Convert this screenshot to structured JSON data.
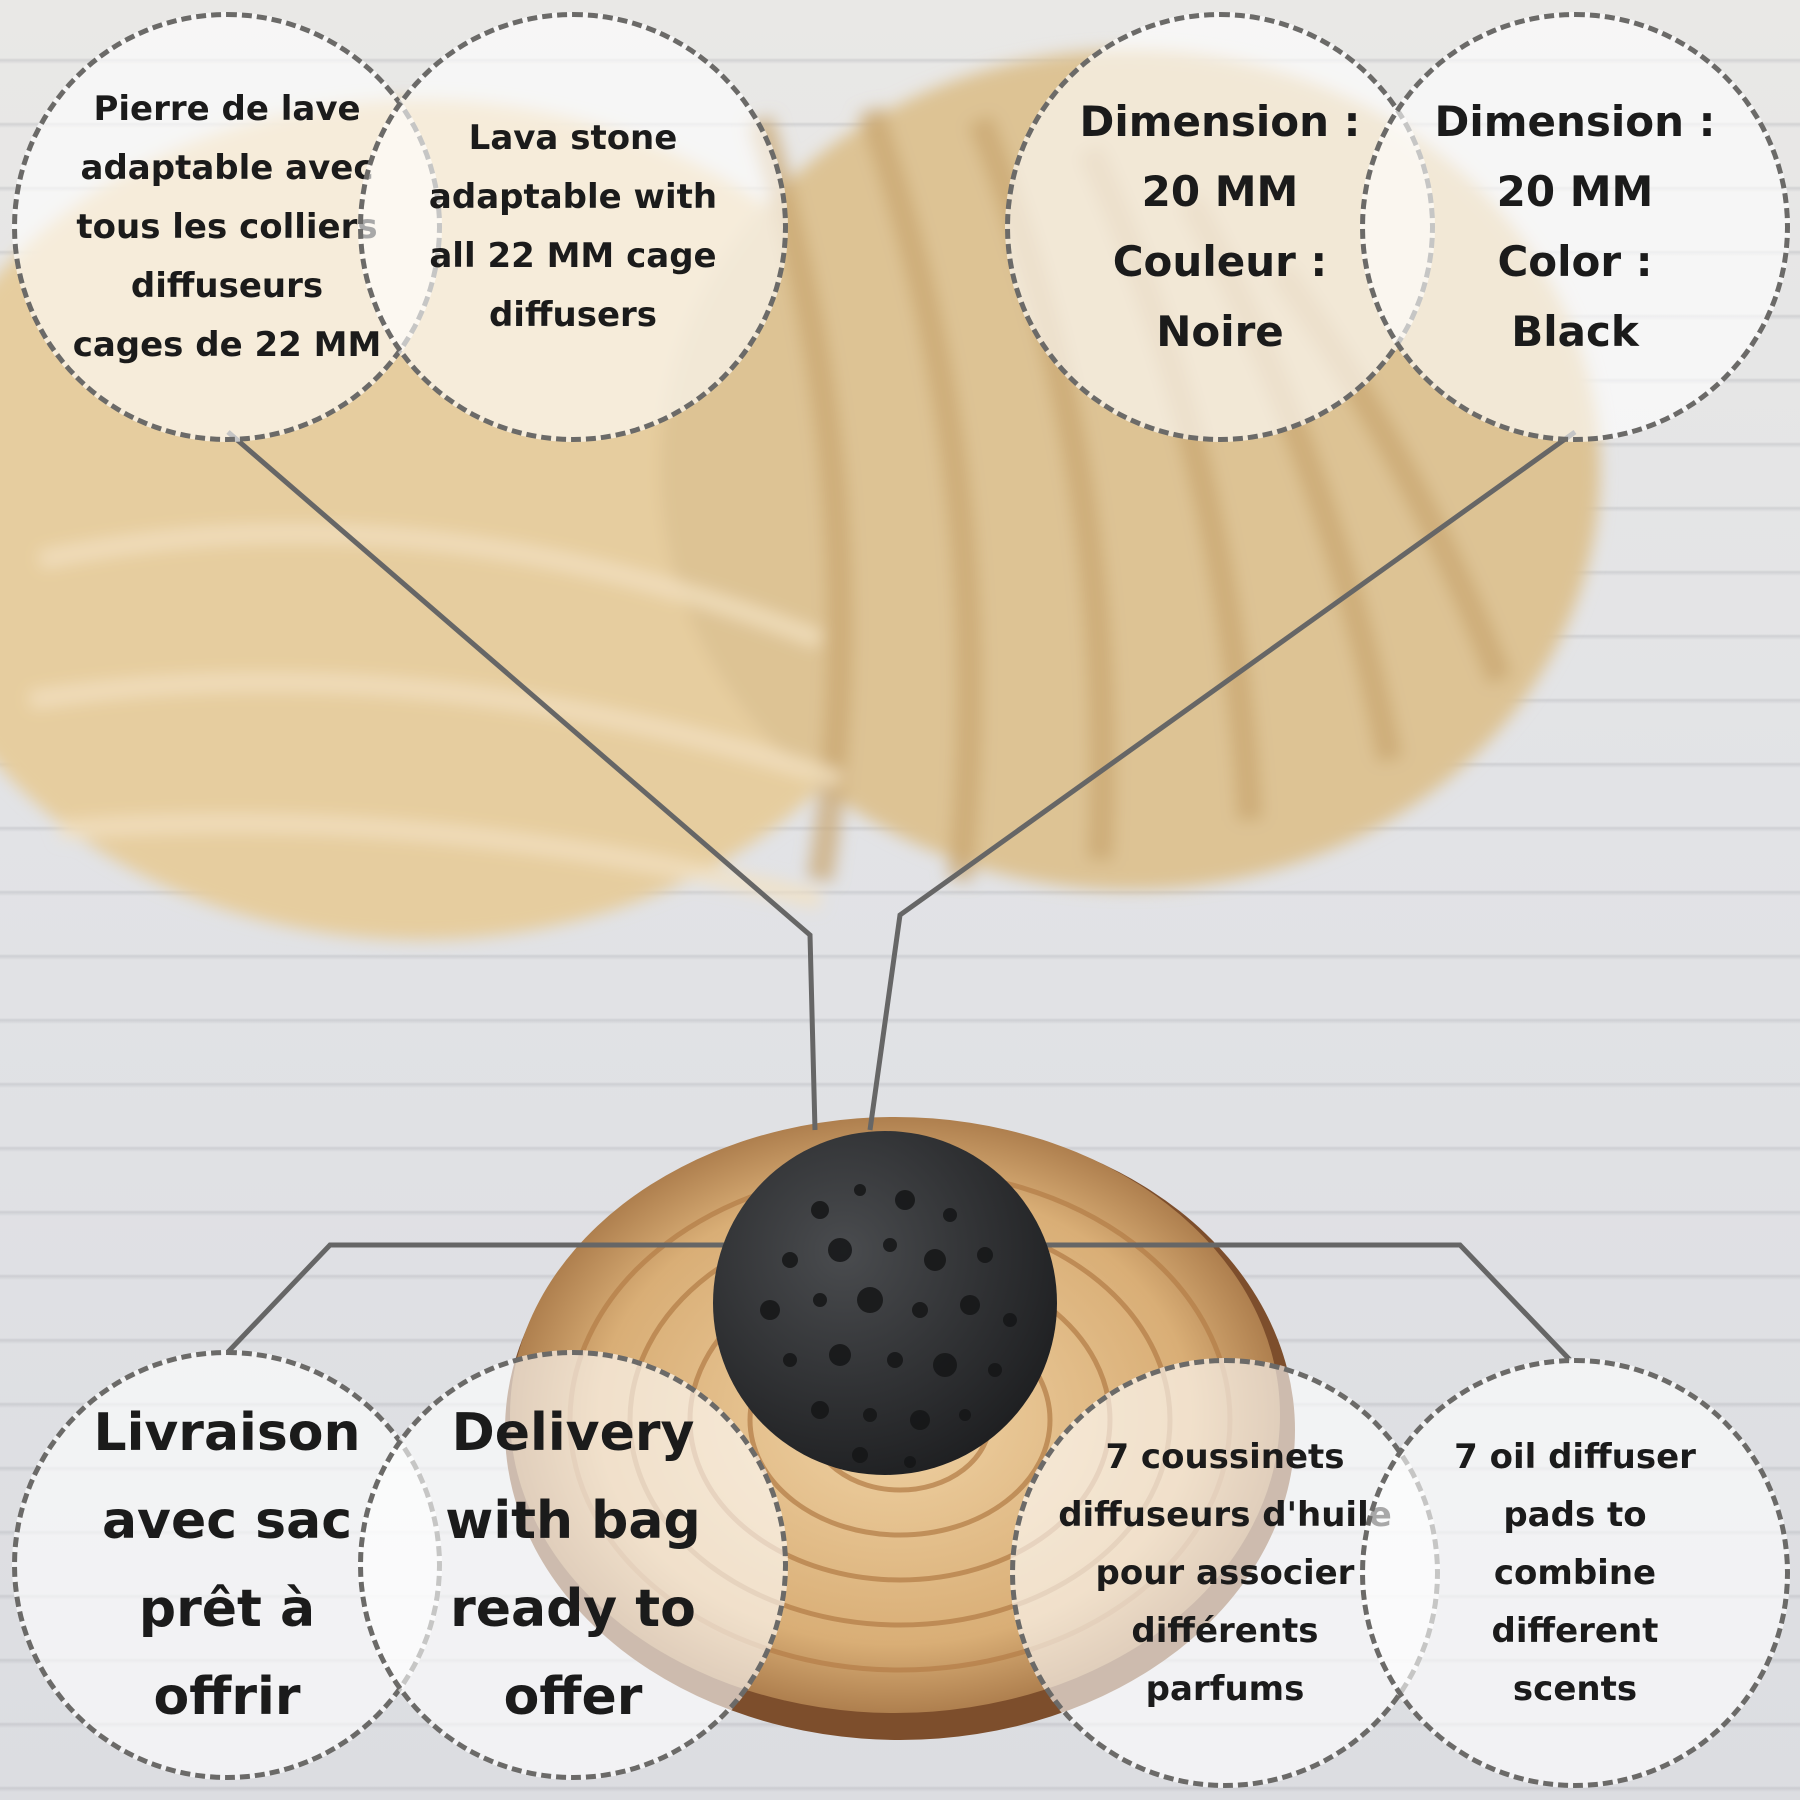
{
  "colors": {
    "line": "#666666",
    "text": "#1b1b1b",
    "stone": "#2f3133",
    "wood": "#d8b27f",
    "shell": "#e4c89a"
  },
  "callouts": {
    "top_left_fr": "Pierre de lave\nadaptable avec\ntous les colliers\ndiffuseurs\ncages de 22 MM",
    "top_left_en": "Lava stone\nadaptable with\nall 22 MM cage\ndiffusers",
    "top_right_fr": "Dimension :\n20 MM\nCouleur :\nNoire",
    "top_right_en": "Dimension :\n20 MM\nColor :\nBlack",
    "bottom_left_fr": "Livraison\navec sac\nprêt à\noffrir",
    "bottom_left_en": "Delivery\nwith bag\nready to\noffer",
    "bottom_right_fr": "7 coussinets\ndiffuseurs d'huile\npour associer\ndifférents\nparfums",
    "bottom_right_en": "7 oil diffuser\npads to\ncombine\ndifferent\nscents"
  }
}
